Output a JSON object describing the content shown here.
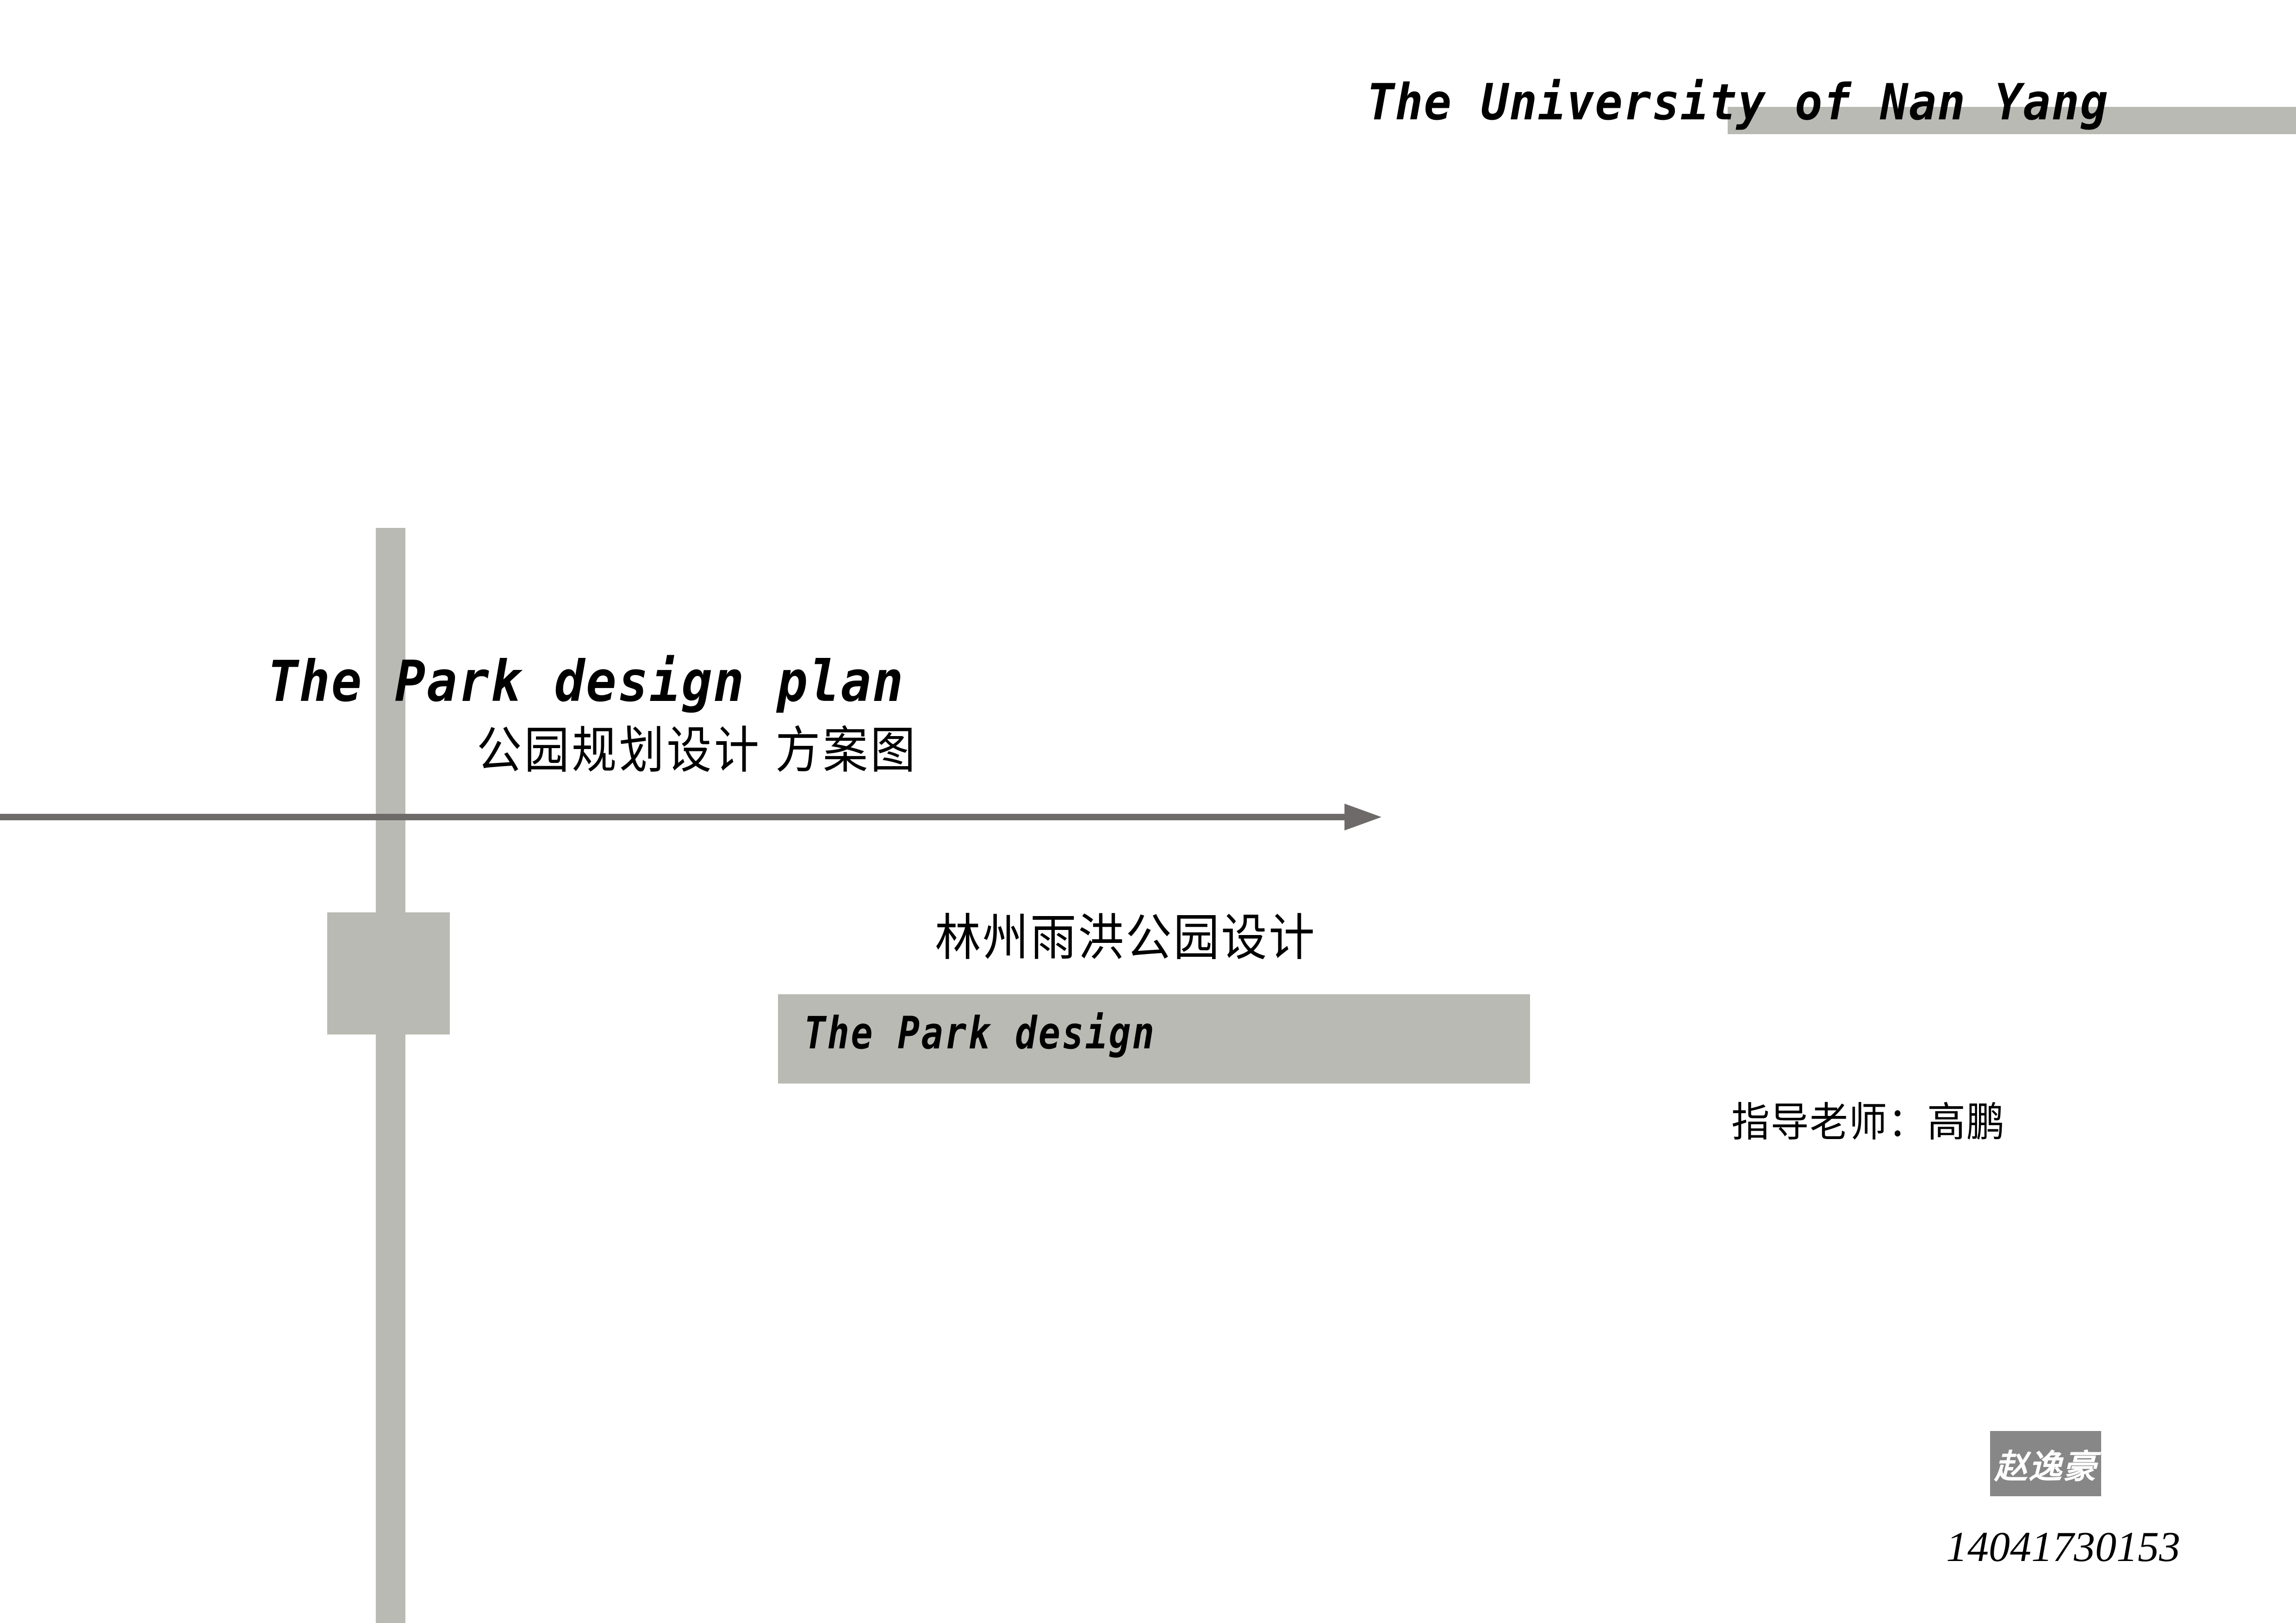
{
  "page": {
    "background_color": "#ffffff",
    "accent_gray": "#b9bab3",
    "badge_gray": "#878787",
    "arrow_gray": "#6e6a6a",
    "text_color": "#000000"
  },
  "header": {
    "university": "The University of Nan Yang"
  },
  "title": {
    "main_en": "The Park design plan",
    "main_cn": "公园规划设计  方案图"
  },
  "project": {
    "name_cn": "林州雨洪公园设计",
    "name_en": "The Park design"
  },
  "credits": {
    "instructor": "指导老师：高鹏",
    "student_name": "赵逸豪",
    "student_id": "14041730153"
  },
  "decor": {
    "arrow_name": "right-arrow",
    "header_band_name": "header-accent-band",
    "vertical_bar_name": "vertical-accent-bar",
    "square_name": "square-accent-block"
  }
}
